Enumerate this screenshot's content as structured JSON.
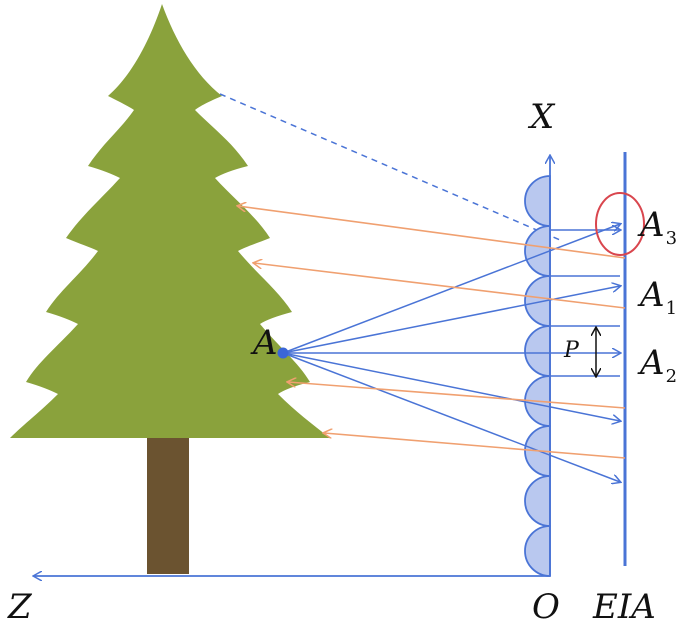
{
  "colors": {
    "tree_foliage": "#8aa23c",
    "tree_trunk": "#6b5330",
    "axis_blue": "#4a74d6",
    "lens_fill": "#b9c8ef",
    "ray_orange": "#f0a070",
    "highlight_red": "#d9464e",
    "point_blue": "#3a66d6"
  },
  "labels": {
    "x_axis": "X",
    "z_axis": "Z",
    "origin": "O",
    "eia": "EIA",
    "point_a": "A",
    "pitch": "P",
    "a1_main": "A",
    "a1_sub": "1",
    "a2_main": "A",
    "a2_sub": "2",
    "a3_main": "A",
    "a3_sub": "3"
  }
}
